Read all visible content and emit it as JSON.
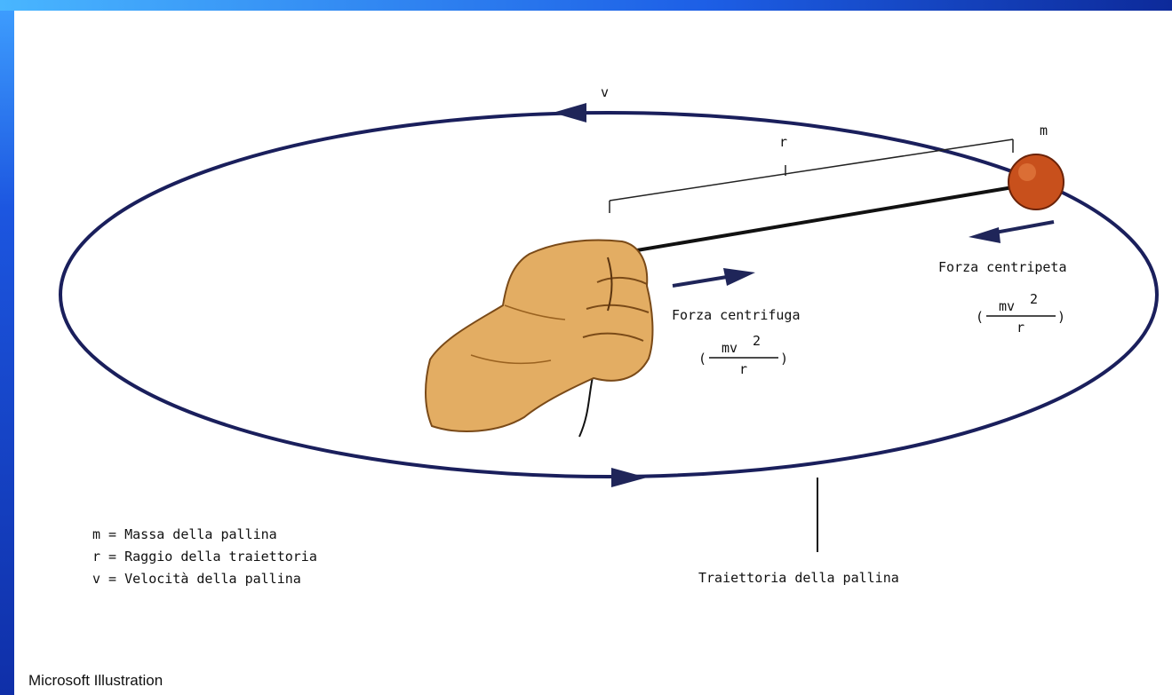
{
  "labels": {
    "v": "v",
    "r": "r",
    "m": "m",
    "centripetal": "Forza centripeta",
    "centrifugal": "Forza centrifuga",
    "formula_num": "mv",
    "formula_exp": "2",
    "formula_den": "r",
    "paren_open": "(",
    "paren_close": ")",
    "trajectory": "Traiettoria della pallina"
  },
  "legend": [
    "m = Massa della pallina",
    "r  = Raggio della traiettoria",
    "v  = Velocità della pallina"
  ],
  "credit": "Microsoft Illustration",
  "colors": {
    "orbit": "#1a1f5c",
    "ball": "#c8501c",
    "hand": "#e3ad63",
    "arrow": "#1f2559"
  },
  "icons": {
    "hand": "fist-hand-icon",
    "ball": "ball-icon"
  }
}
